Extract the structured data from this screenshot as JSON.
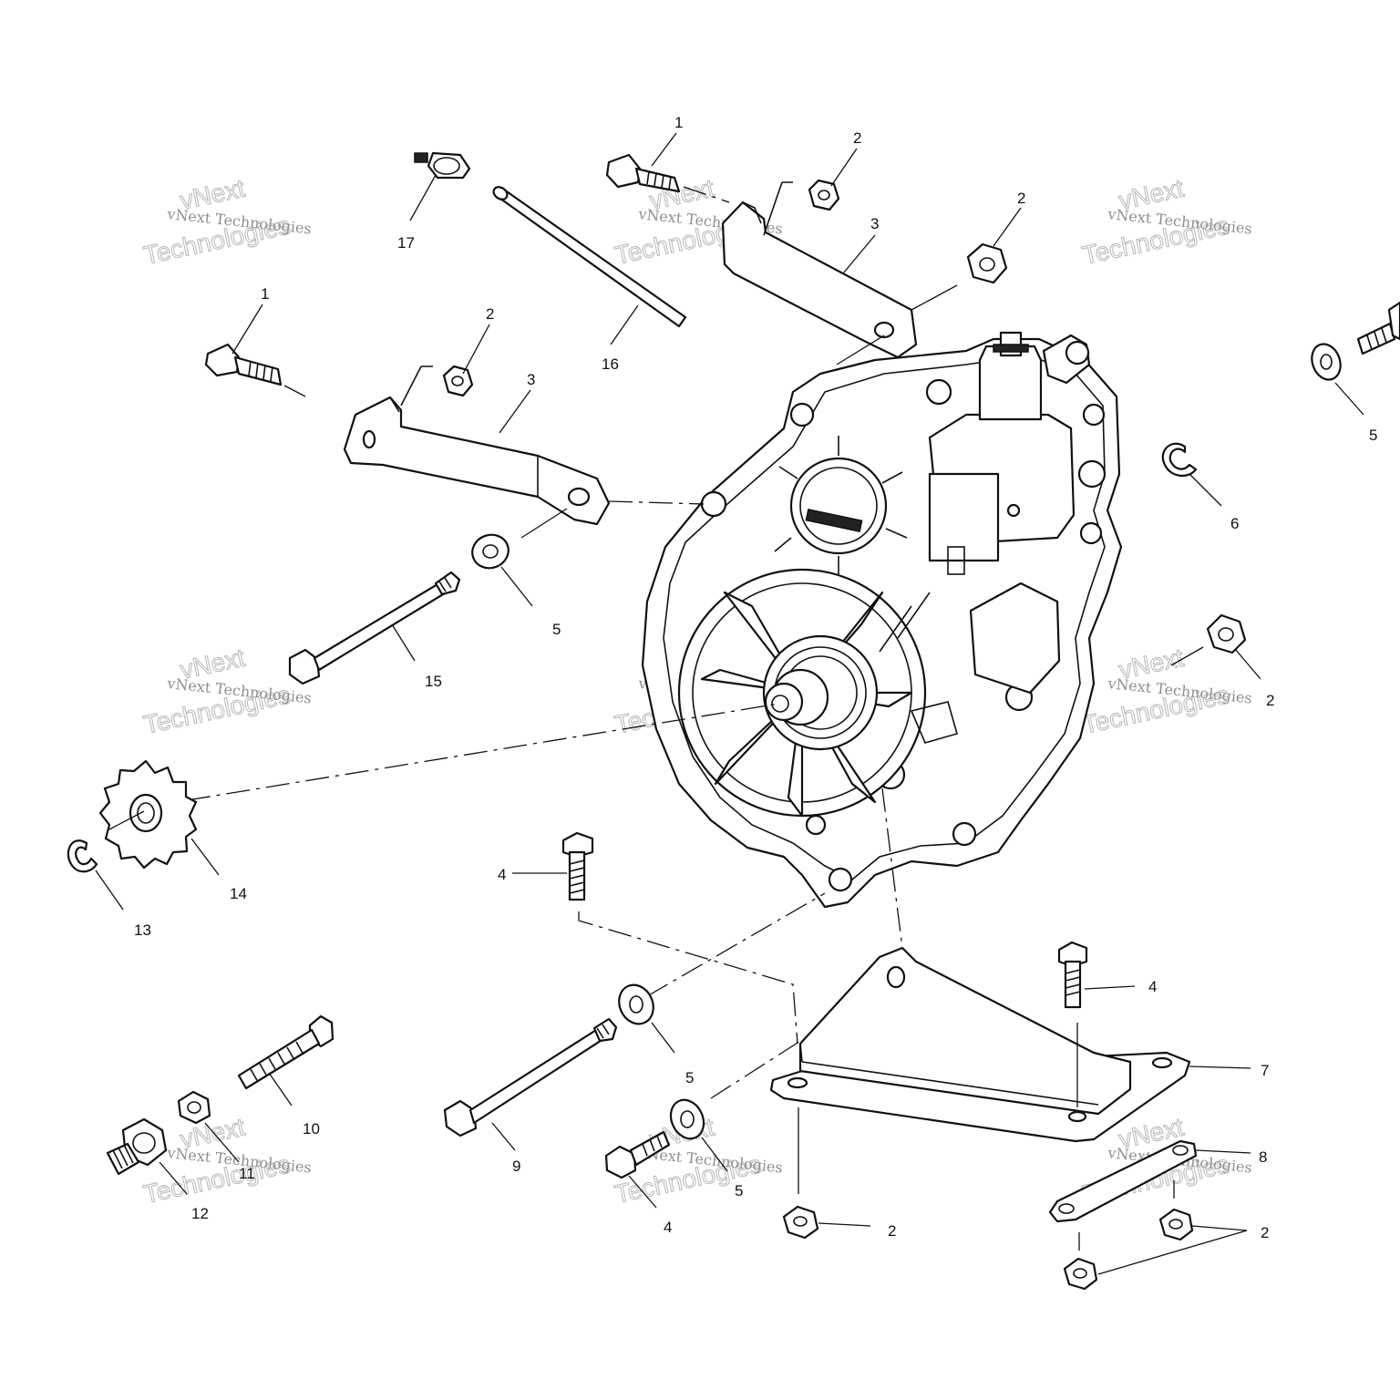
{
  "callouts": [
    {
      "id": "c1a",
      "text": "1"
    },
    {
      "id": "c2a",
      "text": "2"
    },
    {
      "id": "c2b",
      "text": "2"
    },
    {
      "id": "c3a",
      "text": "3"
    },
    {
      "id": "c17",
      "text": "17"
    },
    {
      "id": "c16",
      "text": "16"
    },
    {
      "id": "c1b",
      "text": "1"
    },
    {
      "id": "c2c",
      "text": "2"
    },
    {
      "id": "c3b",
      "text": "3"
    },
    {
      "id": "c5a",
      "text": "5"
    },
    {
      "id": "c6",
      "text": "6"
    },
    {
      "id": "c5b",
      "text": "5"
    },
    {
      "id": "c15",
      "text": "15"
    },
    {
      "id": "c2d",
      "text": "2"
    },
    {
      "id": "c14",
      "text": "14"
    },
    {
      "id": "c13",
      "text": "13"
    },
    {
      "id": "c4a",
      "text": "4"
    },
    {
      "id": "c4b",
      "text": "4"
    },
    {
      "id": "c7",
      "text": "7"
    },
    {
      "id": "c5c",
      "text": "5"
    },
    {
      "id": "c10",
      "text": "10"
    },
    {
      "id": "c9",
      "text": "9"
    },
    {
      "id": "c5d",
      "text": "5"
    },
    {
      "id": "c8",
      "text": "8"
    },
    {
      "id": "c11",
      "text": "11"
    },
    {
      "id": "c12",
      "text": "12"
    },
    {
      "id": "c4c",
      "text": "4"
    },
    {
      "id": "c2e",
      "text": "2"
    },
    {
      "id": "c2f",
      "text": "2"
    }
  ],
  "watermark": {
    "brand": "vNext",
    "company": "vNext Technologies",
    "word": "Technologies"
  },
  "colors": {
    "line": "#111111",
    "background": "#ffffff",
    "watermark": "#9a9a9a"
  }
}
